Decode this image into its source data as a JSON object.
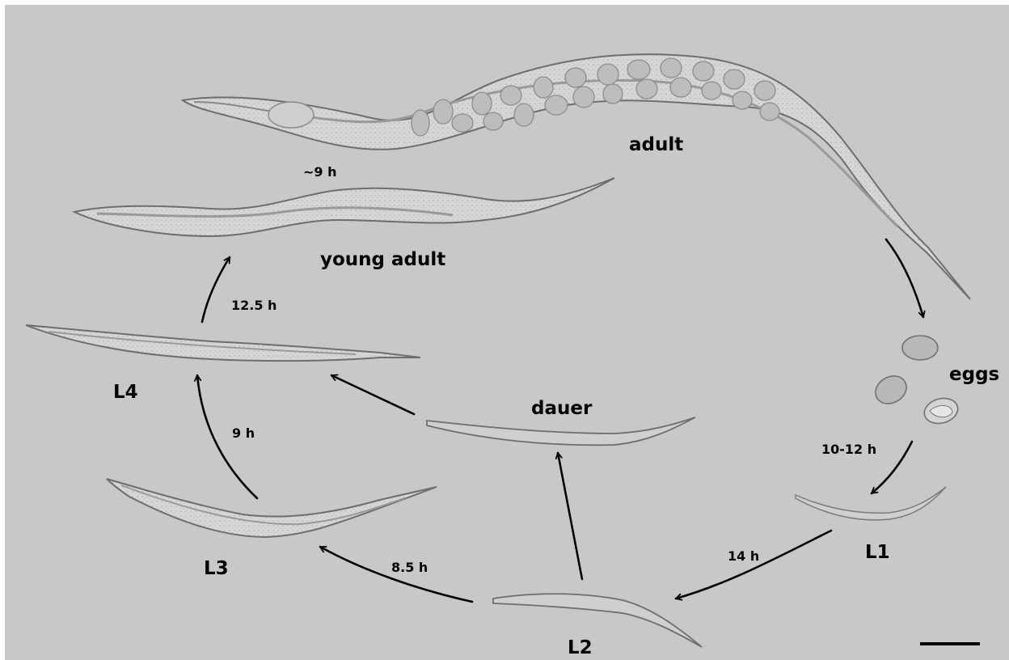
{
  "stages": {
    "adult": "adult",
    "young_adult": "young adult",
    "l4": "L4",
    "l3": "L3",
    "l2": "L2",
    "l1": "L1",
    "eggs": "eggs",
    "dauer": "dauer"
  },
  "durations": {
    "young_adult_to_adult": "~9 h",
    "l4_to_young_adult": "12.5 h",
    "l3_to_l4": "9 h",
    "l2_to_l3": "8.5 h",
    "l1_to_l2": "14 h",
    "eggs_to_l1": "10-12 h"
  },
  "colors": {
    "background": "#c8c8c8",
    "worm_body": "#d9d9d9",
    "worm_outline": "#7a7a7a",
    "egg_in_body": "#b9b9b9",
    "arrow": "#000000",
    "text": "#000000"
  },
  "scale_bar": {
    "has_label": false
  }
}
